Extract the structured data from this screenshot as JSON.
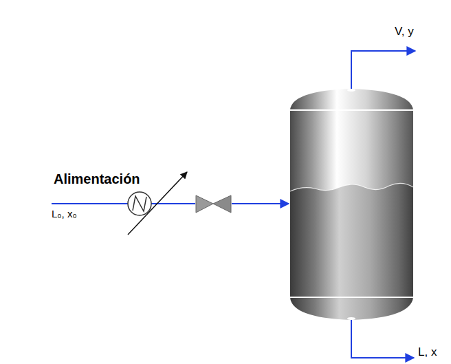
{
  "diagram": {
    "labels": [
      "V, y",
      "Alimentación",
      "L₀, x₀",
      "L, x"
    ]
  }
}
